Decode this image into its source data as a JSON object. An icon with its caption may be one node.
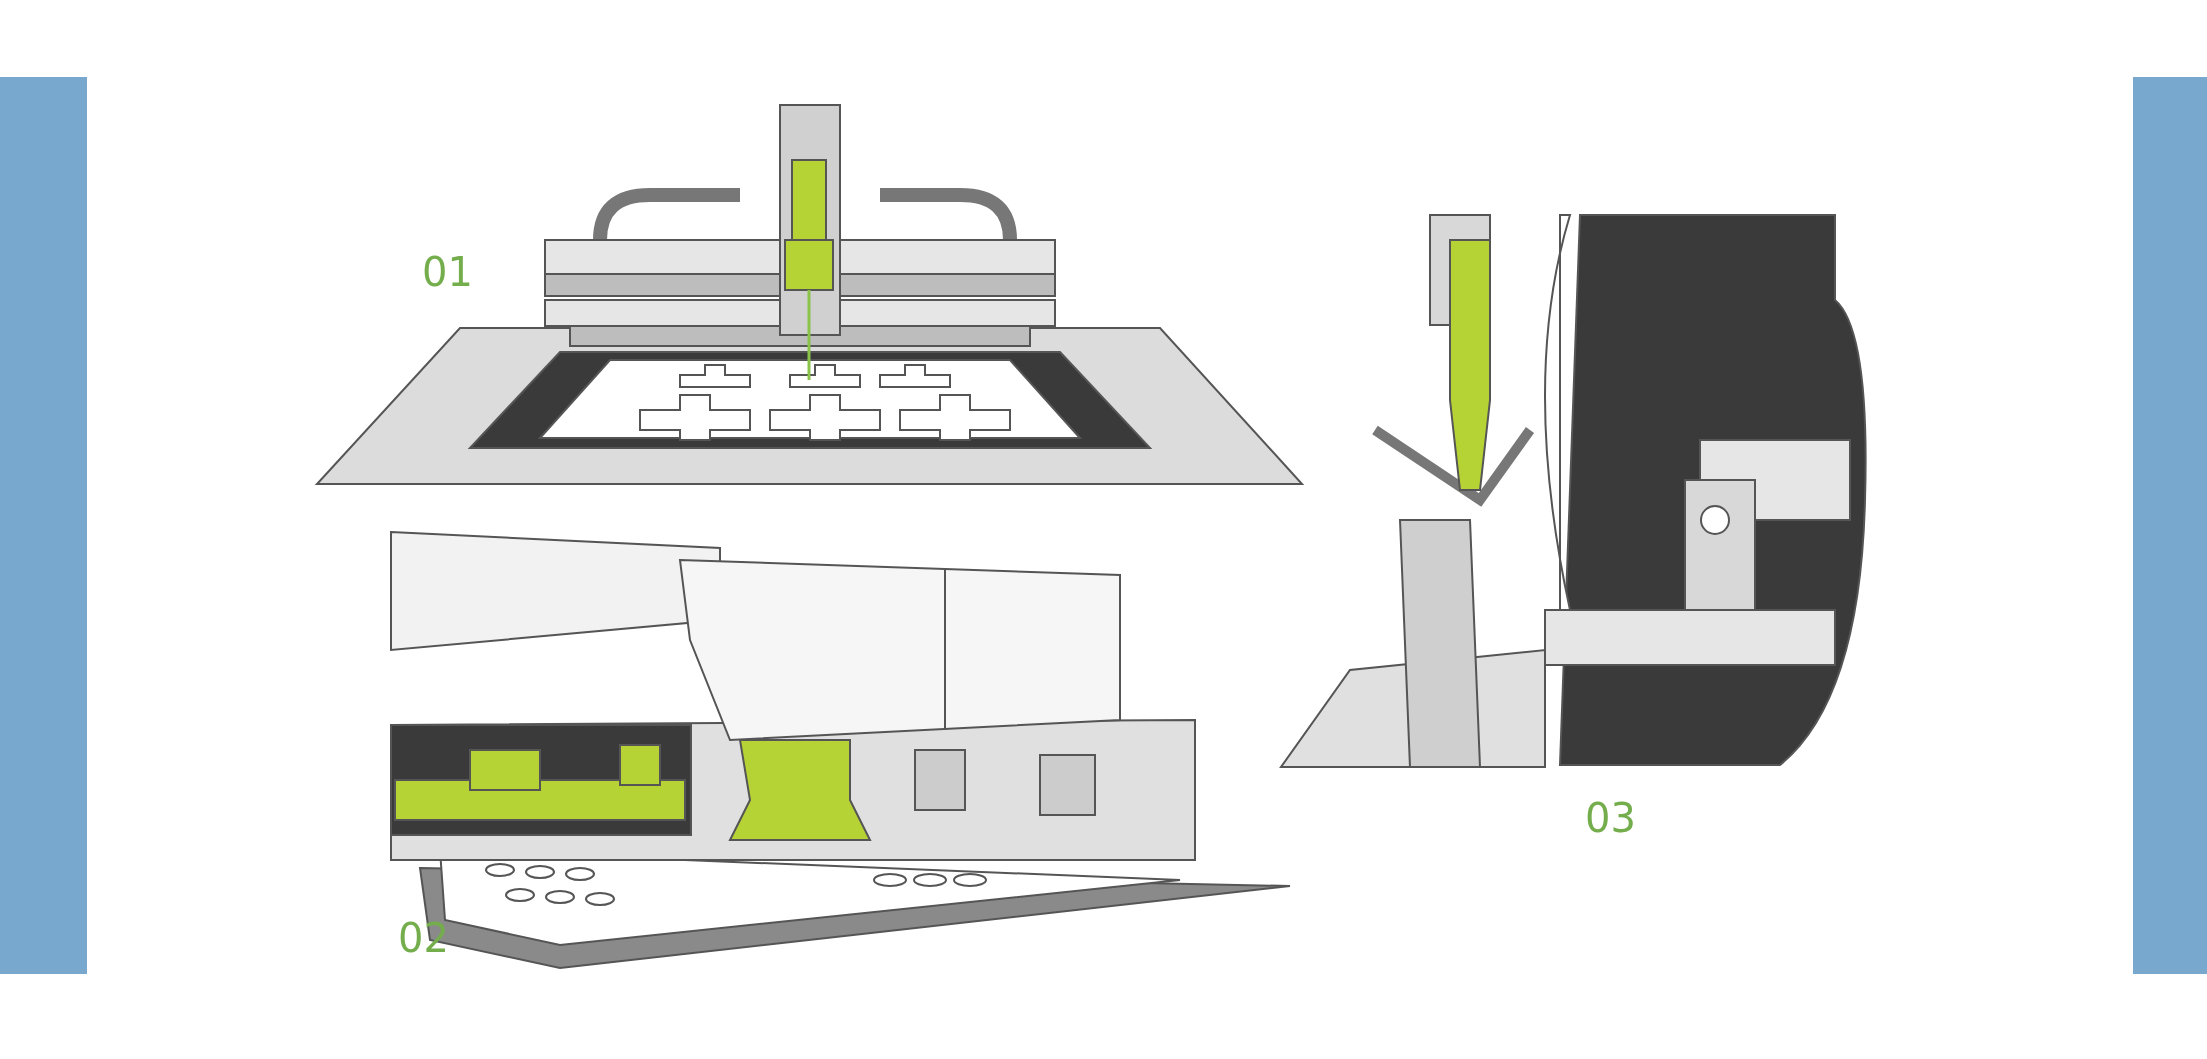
{
  "diagram": {
    "nodes": [
      {
        "text": [],
        "shape": "bar"
      },
      {
        "text": [],
        "shape": "bar"
      }
    ],
    "labels": [
      "01",
      "02",
      "03"
    ]
  }
}
